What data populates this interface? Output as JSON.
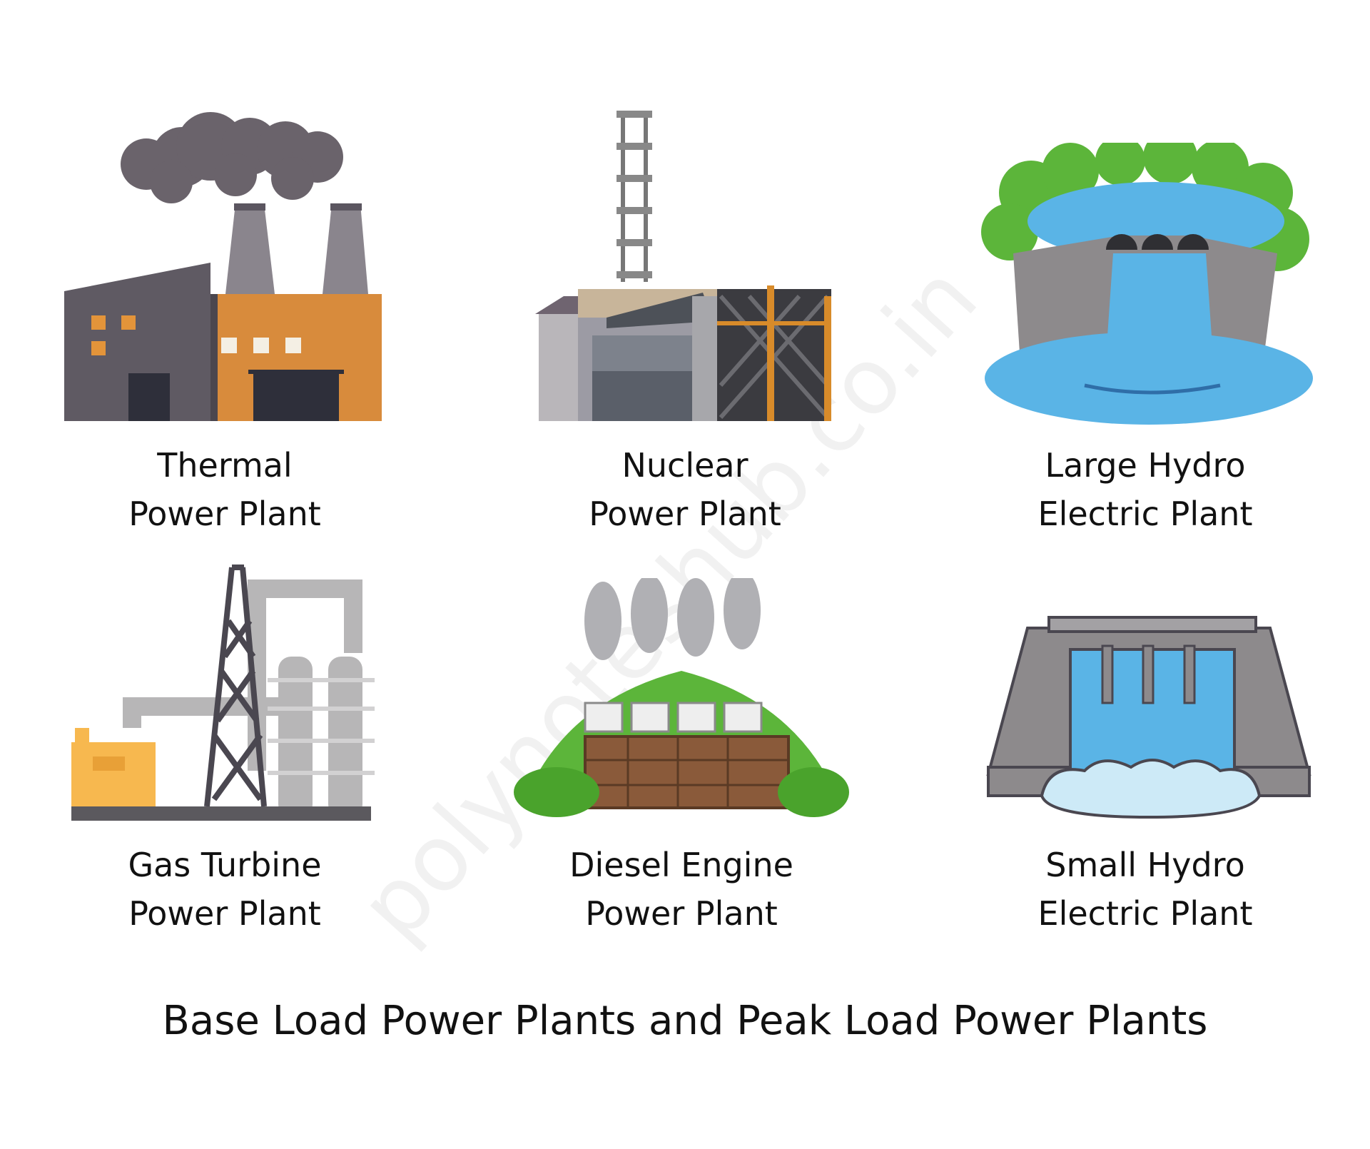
{
  "plants": [
    {
      "line1": "Thermal",
      "line2": "Power Plant",
      "icon": "thermal-plant-icon"
    },
    {
      "line1": "Nuclear",
      "line2": "Power Plant",
      "icon": "nuclear-plant-icon"
    },
    {
      "line1": "Large Hydro",
      "line2": "Electric Plant",
      "icon": "large-hydro-icon"
    },
    {
      "line1": "Gas Turbine",
      "line2": "Power Plant",
      "icon": "gas-turbine-icon"
    },
    {
      "line1": "Diesel Engine",
      "line2": "Power Plant",
      "icon": "diesel-engine-icon"
    },
    {
      "line1": "Small Hydro",
      "line2": "Electric Plant",
      "icon": "small-hydro-icon"
    }
  ],
  "caption": "Base Load Power Plants and Peak Load Power Plants",
  "watermark": "polynoteshub.co.in",
  "colors": {
    "text": "#111111",
    "smoke": "#6a636b",
    "factory_orange": "#d88b3c",
    "factory_gray": "#5f5a63",
    "water": "#5ab4e6",
    "foliage": "#5cb53a",
    "gas_yellow": "#f7b84f",
    "soil": "#8a5a3a"
  }
}
